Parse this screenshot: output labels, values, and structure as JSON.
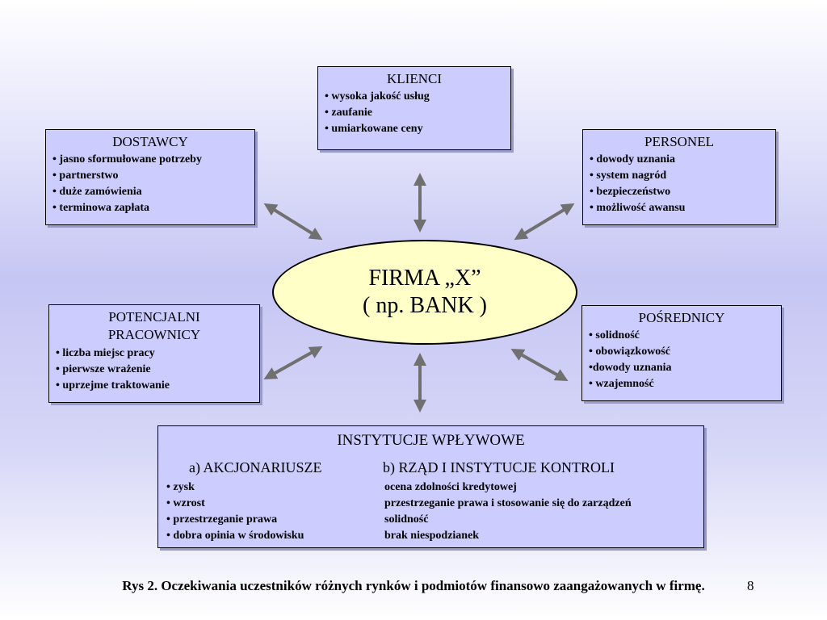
{
  "center": {
    "line1": "FIRMA „X”",
    "line2": "( np. BANK )"
  },
  "klienci": {
    "title": "KLIENCI",
    "items": [
      "• wysoka jakość usług",
      "• zaufanie",
      "• umiarkowane ceny"
    ]
  },
  "dostawcy": {
    "title": "DOSTAWCY",
    "items": [
      "• jasno sformułowane potrzeby",
      "• partnerstwo",
      "• duże zamówienia",
      "• terminowa zapłata"
    ]
  },
  "personel": {
    "title": "PERSONEL",
    "items": [
      "• dowody uznania",
      "• system nagród",
      "• bezpieczeństwo",
      "• możliwość awansu"
    ]
  },
  "potencjalni": {
    "title_line1": "POTENCJALNI",
    "title_line2": "PRACOWNICY",
    "items": [
      "• liczba miejsc pracy",
      "• pierwsze wrażenie",
      "• uprzejme traktowanie"
    ]
  },
  "posrednicy": {
    "title": "POŚREDNICY",
    "items": [
      "• solidność",
      "• obowiązkowość",
      "•dowody uznania",
      "• wzajemność"
    ]
  },
  "instytucje": {
    "title": "INSTYTUCJE WPŁYWOWE",
    "sub_a": "a) AKCJONARIUSZE",
    "sub_b": "b) RZĄD I INSTYTUCJE KONTROLI",
    "col_a": [
      "• zysk",
      "• wzrost",
      "• przestrzeganie prawa",
      "• dobra opinia w środowisku"
    ],
    "col_b": [
      "ocena zdolności kredytowej",
      "przestrzeganie prawa i stosowanie się do zarządzeń",
      "solidność",
      "brak niespodzianek"
    ]
  },
  "caption": "Rys 2. Oczekiwania uczestników różnych rynków i podmiotów finansowo zaangażowanych w firmę.",
  "page_number": "8",
  "colors": {
    "box_fill": "#ccccff",
    "ellipse_fill": "#ffffc8",
    "arrow": "#707070"
  }
}
